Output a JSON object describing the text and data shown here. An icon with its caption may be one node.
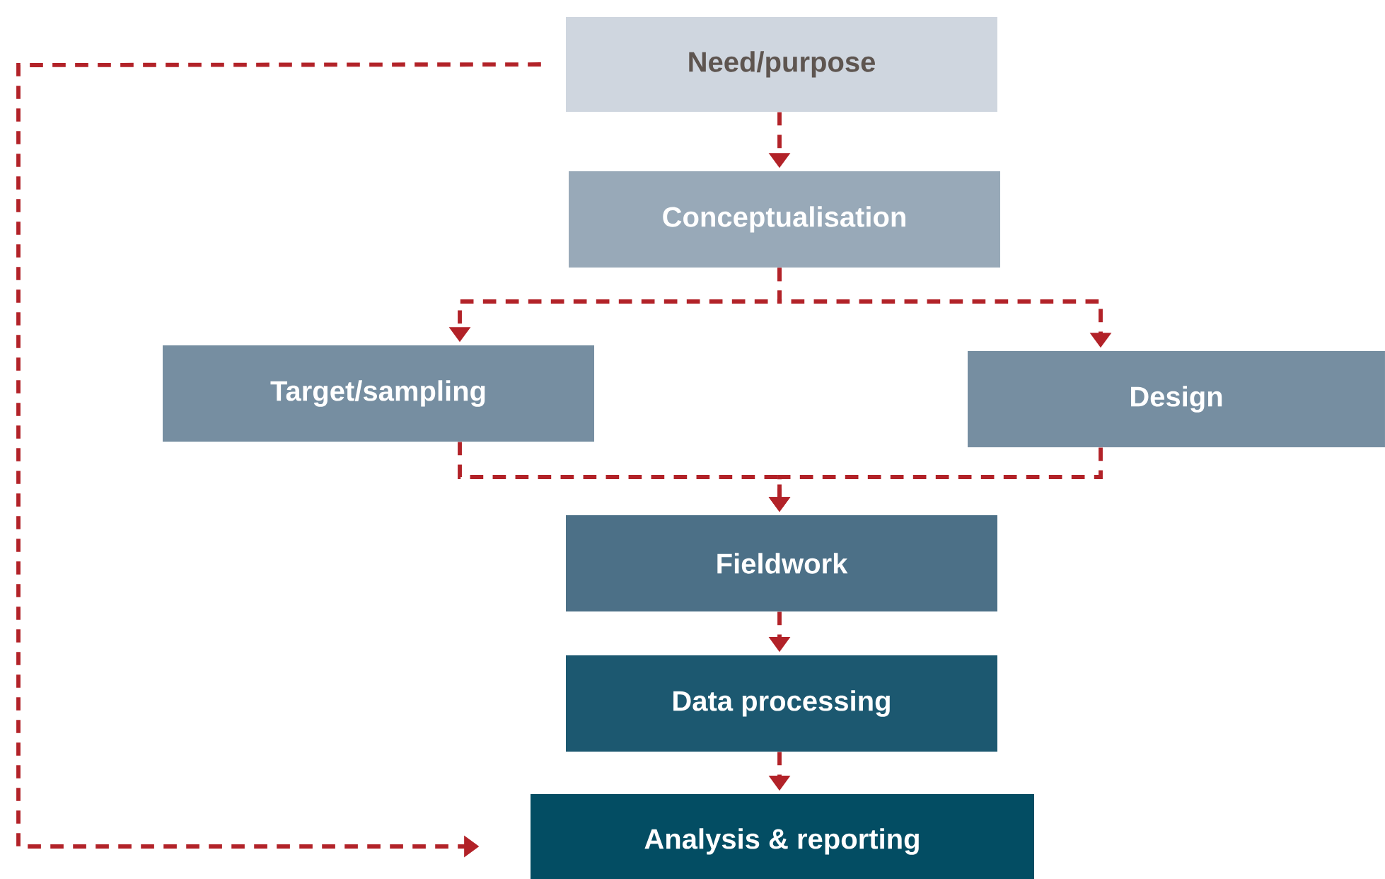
{
  "diagram": {
    "nodes": [
      {
        "text": [
          "Need/purpose"
        ]
      },
      {
        "text": [
          "Conceptualisation"
        ]
      },
      {
        "text": [
          "Target/sampling"
        ]
      },
      {
        "text": [
          "Design"
        ]
      },
      {
        "text": [
          "Fieldwork"
        ]
      },
      {
        "text": [
          "Data processing"
        ]
      },
      {
        "text": [
          "Analysis & reporting"
        ]
      }
    ],
    "edges": [
      {
        "from": 0,
        "to": 1,
        "arrow": "to",
        "style": "dashed"
      },
      {
        "from": 1,
        "to": 2,
        "arrow": "to",
        "style": "dashed"
      },
      {
        "from": 1,
        "to": 3,
        "arrow": "to",
        "style": "dashed"
      },
      {
        "from": 2,
        "to": 4,
        "arrow": "to",
        "style": "dashed"
      },
      {
        "from": 3,
        "to": 4,
        "arrow": "to",
        "style": "dashed"
      },
      {
        "from": 4,
        "to": 5,
        "arrow": "to",
        "style": "dashed"
      },
      {
        "from": 5,
        "to": 6,
        "arrow": "to",
        "style": "dashed"
      },
      {
        "from": 0,
        "to": 6,
        "arrow": "to",
        "style": "dashed"
      }
    ]
  }
}
